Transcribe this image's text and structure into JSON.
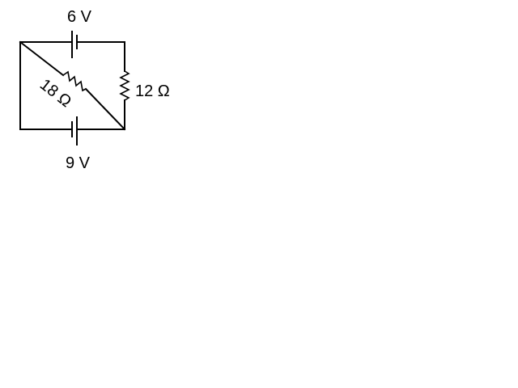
{
  "diagram": {
    "battery_top": {
      "label": "6 V"
    },
    "battery_bottom": {
      "label": "9 V"
    },
    "resistor_right": {
      "label": "12 Ω"
    },
    "resistor_diagonal": {
      "label": "18 Ω"
    }
  }
}
